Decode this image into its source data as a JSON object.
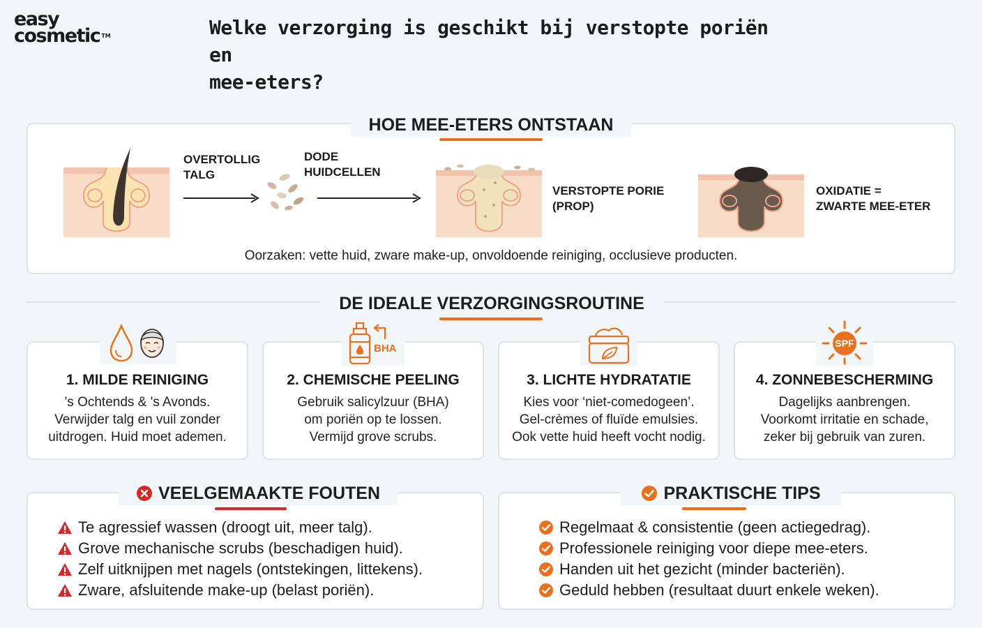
{
  "logo": {
    "line1": "easy",
    "line2": "cosmetic",
    "tm": "TM"
  },
  "title": {
    "line1": "Welke verzorging is geschikt bij verstopte poriën en",
    "line2": "mee-eters?"
  },
  "section1": {
    "title": "HOE MEE-ETERS ONTSTAAN",
    "step1": {
      "line1": "OVERTOLLIG",
      "line2": "TALG"
    },
    "step2": {
      "line1": "DODE",
      "line2": "HUIDCELLEN"
    },
    "step3": {
      "line1": "VERSTOPTE PORIE",
      "line2": "(PROP)"
    },
    "step4": {
      "line1": "OXIDATIE =",
      "line2": "ZWARTE MEE-ETER"
    },
    "causes": "Oorzaken: vette huid, zware make-up, onvoldoende reiniging, occlusieve producten."
  },
  "section2": {
    "title": "DE IDEALE VERZORGINGSROUTINE",
    "cards": [
      {
        "title": "1. MILDE REINIGING",
        "lines": [
          "'s Ochtends & 's Avonds.",
          "Verwijder talg en vuil zonder",
          "uitdrogen. Huid moet ademen."
        ]
      },
      {
        "title": "2. CHEMISCHE PEELING",
        "icon_text": "BHA",
        "lines": [
          "Gebruik salicylzuur (BHA)",
          "om poriën op te lossen.",
          "Vermijd grove scrubs."
        ]
      },
      {
        "title": "3. LICHTE HYDRATATIE",
        "lines": [
          "Kies voor ‘niet-comedogeen’.",
          "Gel-crèmes of fluïde emulsies.",
          "Ook vette huid heeft vocht nodig."
        ]
      },
      {
        "title": "4. ZONNEBESCHERMING",
        "icon_text": "SPF",
        "lines": [
          "Dagelijks aanbrengen.",
          "Voorkomt irritatie en schade,",
          "zeker bij gebruik van zuren."
        ]
      }
    ]
  },
  "mistakes": {
    "title": "VEELGEMAAKTE FOUTEN",
    "items": [
      "Te agressief wassen (droogt uit, meer talg).",
      "Grove mechanische scrubs (beschadigen huid).",
      "Zelf uitknijpen met nagels (ontstekingen, littekens).",
      "Zware, afsluitende make-up (belast poriën)."
    ]
  },
  "tips": {
    "title": "PRAKTISCHE TIPS",
    "items": [
      "Regelmaat & consistentie (geen actiegedrag).",
      "Professionele reiniging voor diepe mee-eters.",
      "Handen uit het gezicht (minder bacteriën).",
      "Geduld hebben (resultaat duurt enkele weken)."
    ]
  },
  "colors": {
    "accent": "#e8701f",
    "error": "#cf2b2b",
    "skin": "#f7d9c4",
    "skin_top": "#f5c8b4"
  }
}
